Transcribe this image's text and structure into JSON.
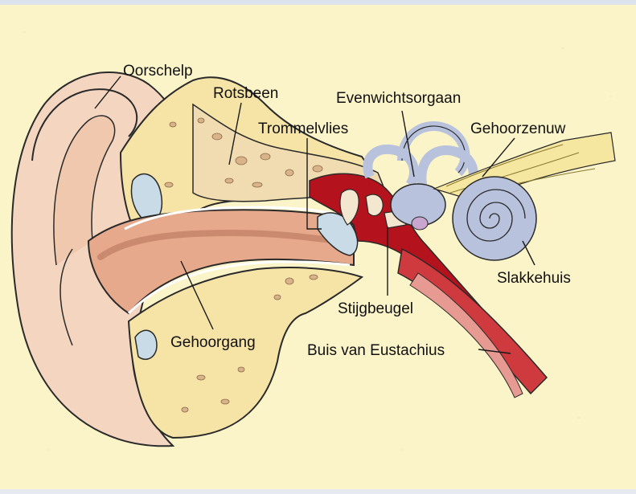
{
  "diagram": {
    "labels": {
      "oorschelp": "Oorschelp",
      "rotsbeen": "Rotsbeen",
      "trommelvlies": "Trommelvlies",
      "evenwichtsorgaan": "Evenwichtsorgaan",
      "gehoorzenuw": "Gehoorzenuw",
      "slakkehuis": "Slakkehuis",
      "stijgbeugel": "Stijgbeugel",
      "buis_van_eustachius": "Buis van Eustachius",
      "gehoorgang": "Gehoorgang"
    },
    "colors": {
      "background": "#fbf4c9",
      "skin": "#f4d6c0",
      "bone": "#f6e3a6",
      "canal": "#e7a98c",
      "middle_ear": "#b4121c",
      "labyrinth": "#b8c2dc",
      "nerve": "#f5e6a0",
      "frame": "#dfe4ec"
    }
  }
}
